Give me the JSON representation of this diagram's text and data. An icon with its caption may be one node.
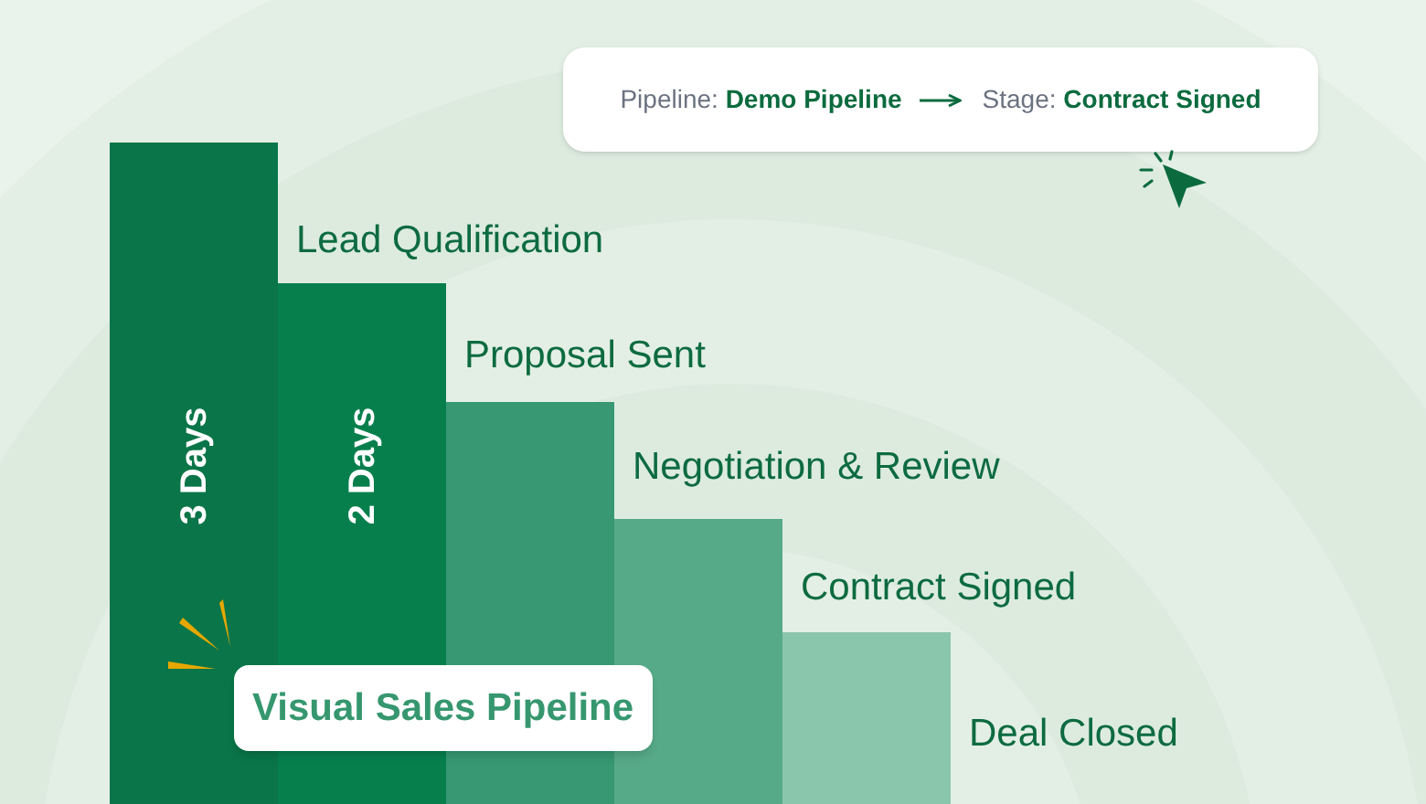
{
  "diagram": {
    "nodes": [
      {
        "text": [],
        "shape": "box"
      },
      {
        "text": [
          "Pipeline: **Demo Pipeline**"
        ],
        "in": 0
      },
      {
        "text": [
          "Stage: **Contract Signed**"
        ],
        "in": 0
      },
      {
        "text": [
          "3 Days"
        ]
      },
      {
        "text": [
          "2 Days"
        ]
      },
      {
        "text": [],
        "shape": "bar"
      },
      {
        "text": [],
        "shape": "bar"
      },
      {
        "text": [],
        "shape": "bar"
      }
    ],
    "edges": [
      {
        "from": 1,
        "to": 2,
        "arrow": "to"
      }
    ],
    "labels": [
      "Lead Qualification",
      "Proposal Sent",
      "Negotiation & Review",
      "Contract Signed",
      "Deal Closed",
      "Visual Sales Pipeline"
    ]
  }
}
